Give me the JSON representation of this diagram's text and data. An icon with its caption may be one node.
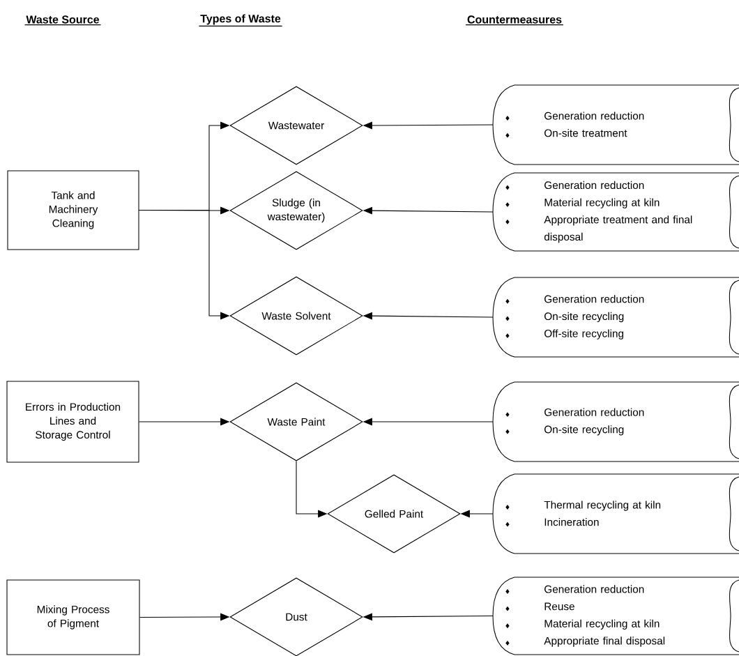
{
  "diagram": {
    "nodes": [
      {
        "text": [
          "Tank and Machinery Cleaning"
        ]
      },
      {
        "text": [
          "Errors in Production Lines and Storage Control"
        ]
      },
      {
        "text": [
          "Mixing Process of Pigment"
        ]
      },
      {
        "text": [
          "Wastewater"
        ]
      },
      {
        "text": [
          "Sludge (in wastewater)"
        ]
      },
      {
        "text": [
          "Waste Solvent"
        ]
      },
      {
        "text": [
          "Waste Paint"
        ]
      },
      {
        "text": [
          "Gelled Paint"
        ]
      },
      {
        "text": [
          "Dust"
        ]
      },
      {
        "text": [
          "Generation reduction",
          "On-site treatment"
        ]
      },
      {
        "text": [
          "Generation reduction",
          "Material recycling at kiln",
          "Appropriate treatment and final disposal"
        ]
      },
      {
        "text": [
          "Generation reduction",
          "On-site recycling",
          "Off-site recycling"
        ]
      },
      {
        "text": [
          "Generation reduction",
          "On-site recycling"
        ]
      },
      {
        "text": [
          "Thermal recycling at kiln",
          "Incineration"
        ]
      },
      {
        "text": [
          "Generation reduction",
          "Reuse",
          "Material recycling at kiln",
          "Appropriate final disposal"
        ]
      }
    ],
    "edges": [
      {
        "from": 0,
        "to": 3,
        "arrow": "to"
      },
      {
        "from": 0,
        "to": 4,
        "arrow": "to"
      },
      {
        "from": 0,
        "to": 5,
        "arrow": "to"
      },
      {
        "from": 1,
        "to": 6,
        "arrow": "to"
      },
      {
        "from": 6,
        "to": 7,
        "arrow": "to"
      },
      {
        "from": 2,
        "to": 8,
        "arrow": "to"
      },
      {
        "from": 9,
        "to": 3,
        "arrow": "to"
      },
      {
        "from": 10,
        "to": 4,
        "arrow": "to"
      },
      {
        "from": 11,
        "to": 5,
        "arrow": "to"
      },
      {
        "from": 12,
        "to": 6,
        "arrow": "to"
      },
      {
        "from": 13,
        "to": 7,
        "arrow": "to"
      },
      {
        "from": 14,
        "to": 8,
        "arrow": "to"
      }
    ],
    "labels": [
      "Waste Source",
      "Types of Waste",
      "Countermeasures"
    ]
  }
}
